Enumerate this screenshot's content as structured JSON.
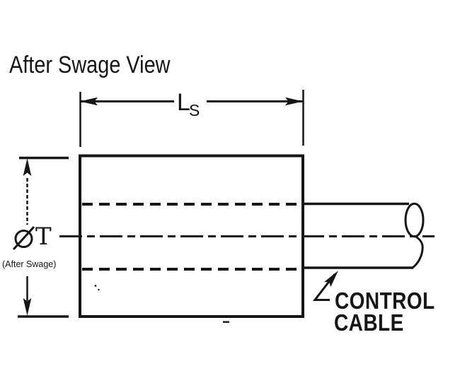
{
  "title": "After Swage View",
  "dimensions": {
    "length": {
      "main": "L",
      "sub": "S"
    },
    "diameter": {
      "symbol": "Ø",
      "label": "T",
      "note": "(After Swage)"
    }
  },
  "labels": {
    "control_cable_line1": "CONTROL",
    "control_cable_line2": "CABLE"
  },
  "colors": {
    "ink": "#161616",
    "background": "#ffffff"
  }
}
